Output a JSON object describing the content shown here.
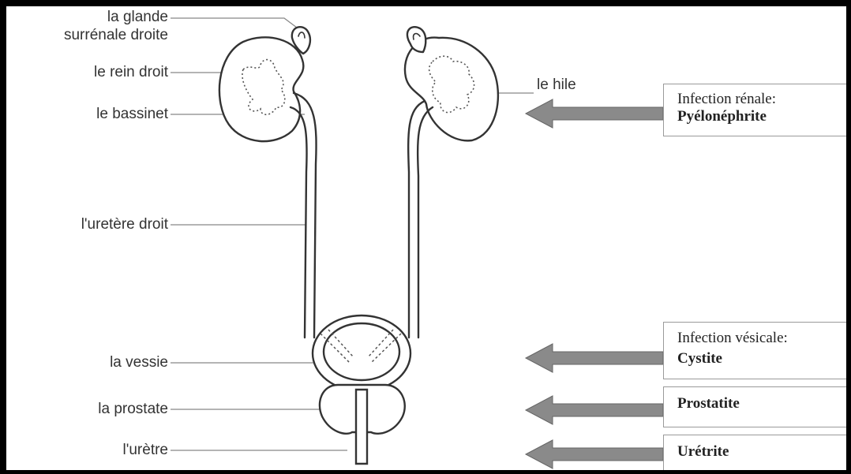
{
  "anatomy_labels": {
    "adrenal_line1": "la glande",
    "adrenal_line2": "surrénale droite",
    "kidney": "le rein droit",
    "pelvis": "le bassinet",
    "ureter": "l'uretère droit",
    "bladder": "la vessie",
    "prostate": "la prostate",
    "urethra": "l'urètre",
    "hilum": "le hile"
  },
  "infections": {
    "kidney": {
      "line1": "Infection rénale:",
      "line2": "Pyélonéphrite"
    },
    "bladder": {
      "line1": "Infection vésicale:",
      "line2": "Cystite"
    },
    "prostate": {
      "line2": "Prostatite"
    },
    "urethra": {
      "line2": "Urétrite"
    }
  },
  "colors": {
    "frame": "#000000",
    "background": "#ffffff",
    "arrow_fill": "#8a8a8a",
    "outline": "#333333",
    "leader_line": "#888888"
  }
}
